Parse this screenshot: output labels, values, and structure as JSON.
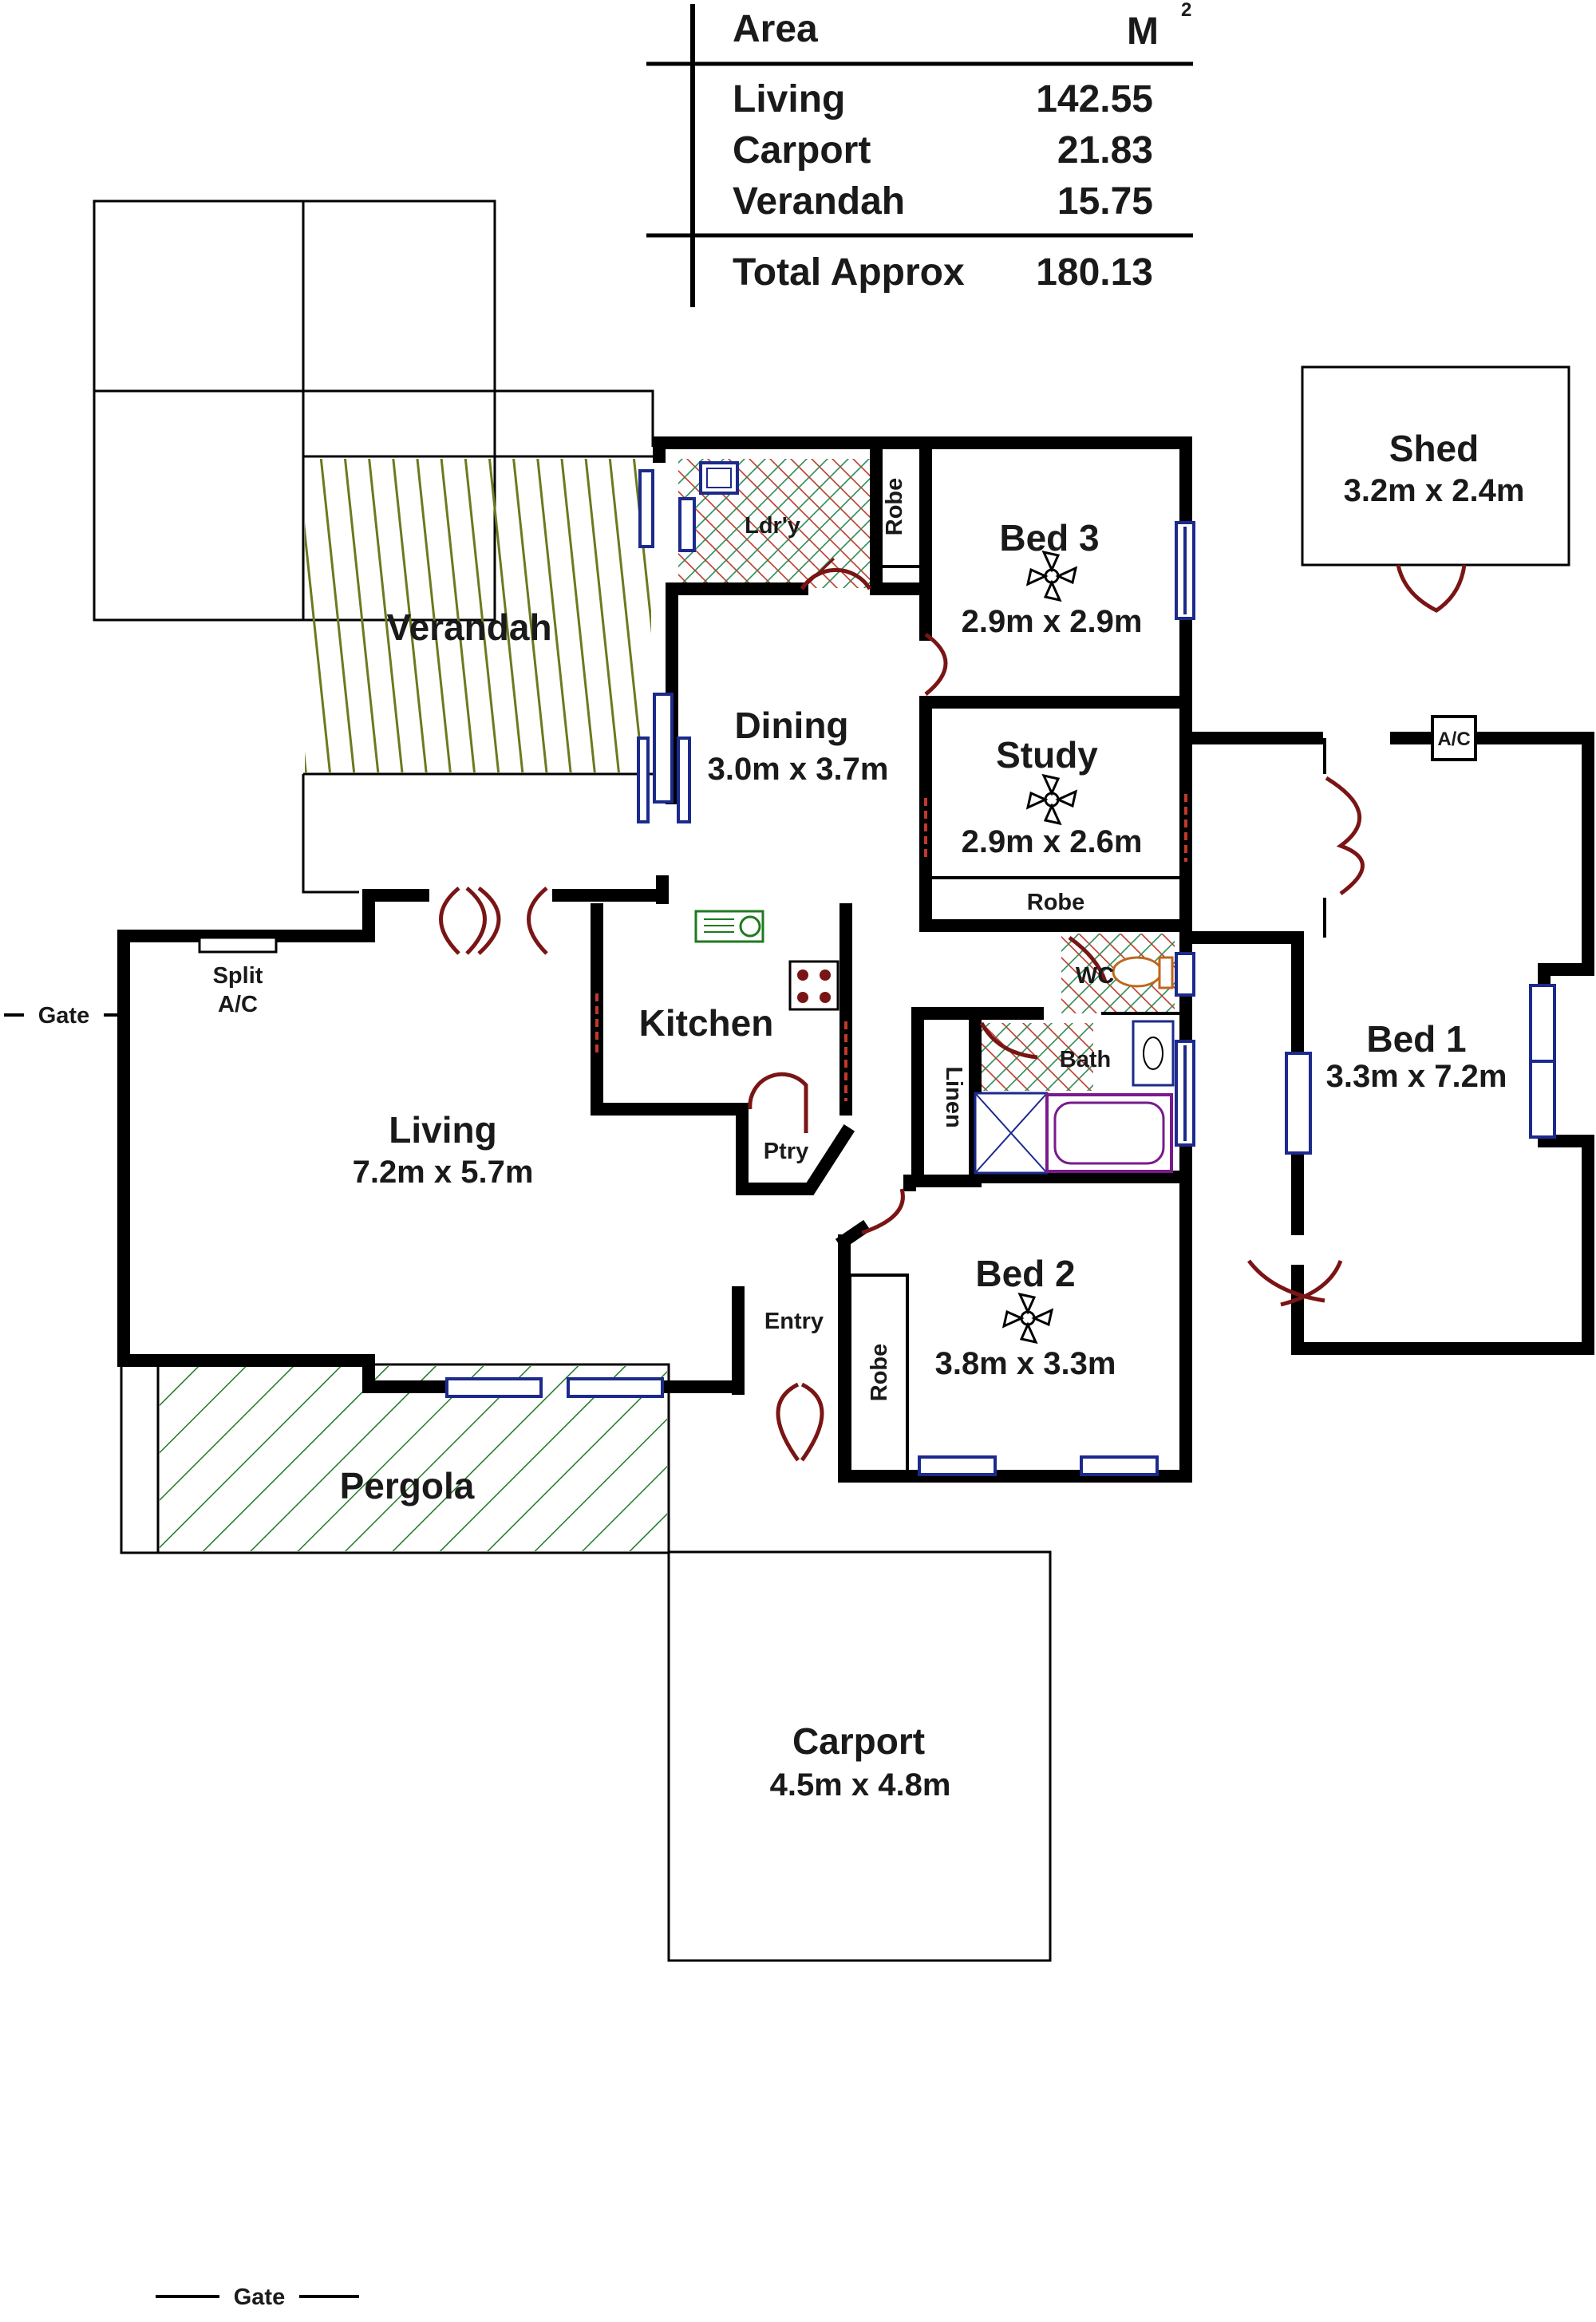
{
  "area_table": {
    "header_area": "Area",
    "header_unit": "M",
    "header_sup": "2",
    "rows": [
      {
        "label": "Living",
        "value": "142.55"
      },
      {
        "label": "Carport",
        "value": "21.83"
      },
      {
        "label": "Verandah",
        "value": "15.75"
      }
    ],
    "total_label": "Total Approx",
    "total_value": "180.13"
  },
  "rooms": {
    "verandah": "Verandah",
    "laundry": "Ldr'y",
    "robe_bed3": "Robe",
    "bed3": {
      "name": "Bed 3",
      "dims": "2.9m x 2.9m"
    },
    "dining": {
      "name": "Dining",
      "dims": "3.0m x 3.7m"
    },
    "study": {
      "name": "Study",
      "dims": "2.9m x 2.6m"
    },
    "robe_study": "Robe",
    "shed": {
      "name": "Shed",
      "dims": "3.2m x 2.4m"
    },
    "ac_unit": "A/C",
    "bed1": {
      "name": "Bed 1",
      "dims": "3.3m x 7.2m"
    },
    "split_ac": [
      "Split",
      "A/C"
    ],
    "kitchen": "Kitchen",
    "pantry": "Ptry",
    "wc": "WC",
    "bath": "Bath",
    "linen": "Linen",
    "living": {
      "name": "Living",
      "dims": "7.2m x 5.7m"
    },
    "entry": "Entry",
    "bed2": {
      "name": "Bed 2",
      "dims": "3.8m x 3.3m"
    },
    "robe_bed2": "Robe",
    "pergola": "Pergola",
    "carport": {
      "name": "Carport",
      "dims": "4.5m x 4.8m"
    },
    "gate_left": "Gate",
    "gate_bottom": "Gate"
  },
  "colors": {
    "wall": "#000000",
    "door": "#7a1515",
    "window": "#1c2a8c",
    "verandah_hatch": "#6b7a1e",
    "pergola_hatch": "#1f7a1f",
    "tile_a": "#c0392b",
    "tile_b": "#2e8b57",
    "bath": "#7a1a8c"
  }
}
